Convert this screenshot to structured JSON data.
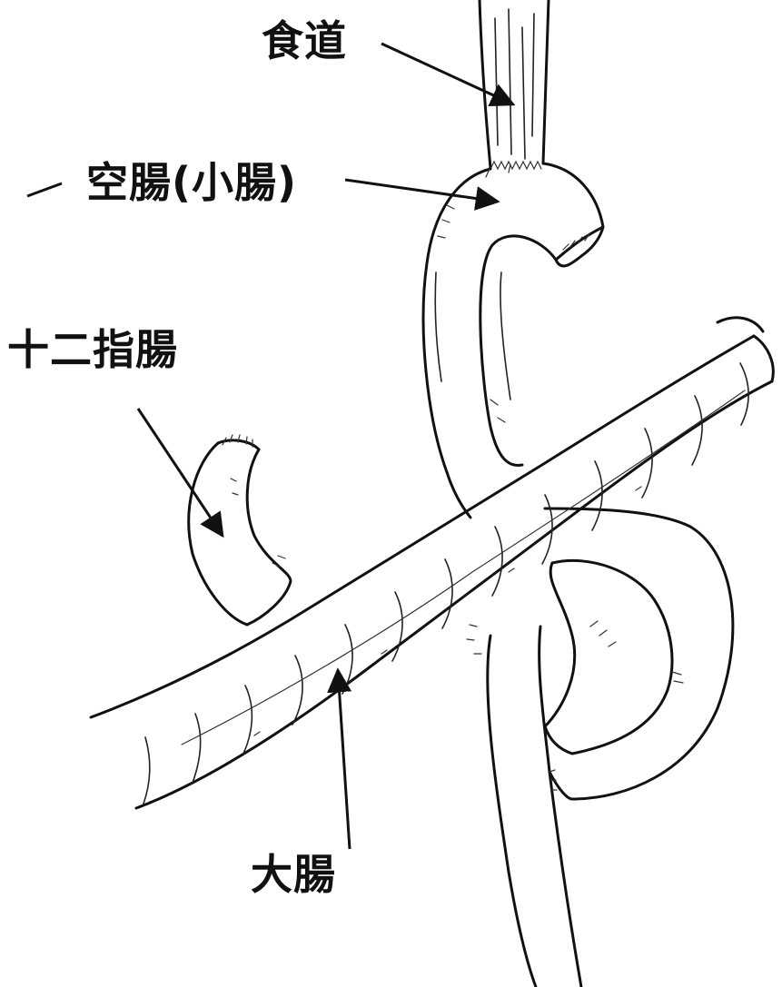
{
  "labels": {
    "esophagus": "食道",
    "jejunum": "空腸(小腸)",
    "duodenum": "十二指腸",
    "colon": "大腸"
  },
  "colors": {
    "ink": "#111111",
    "background": "#ffffff"
  }
}
